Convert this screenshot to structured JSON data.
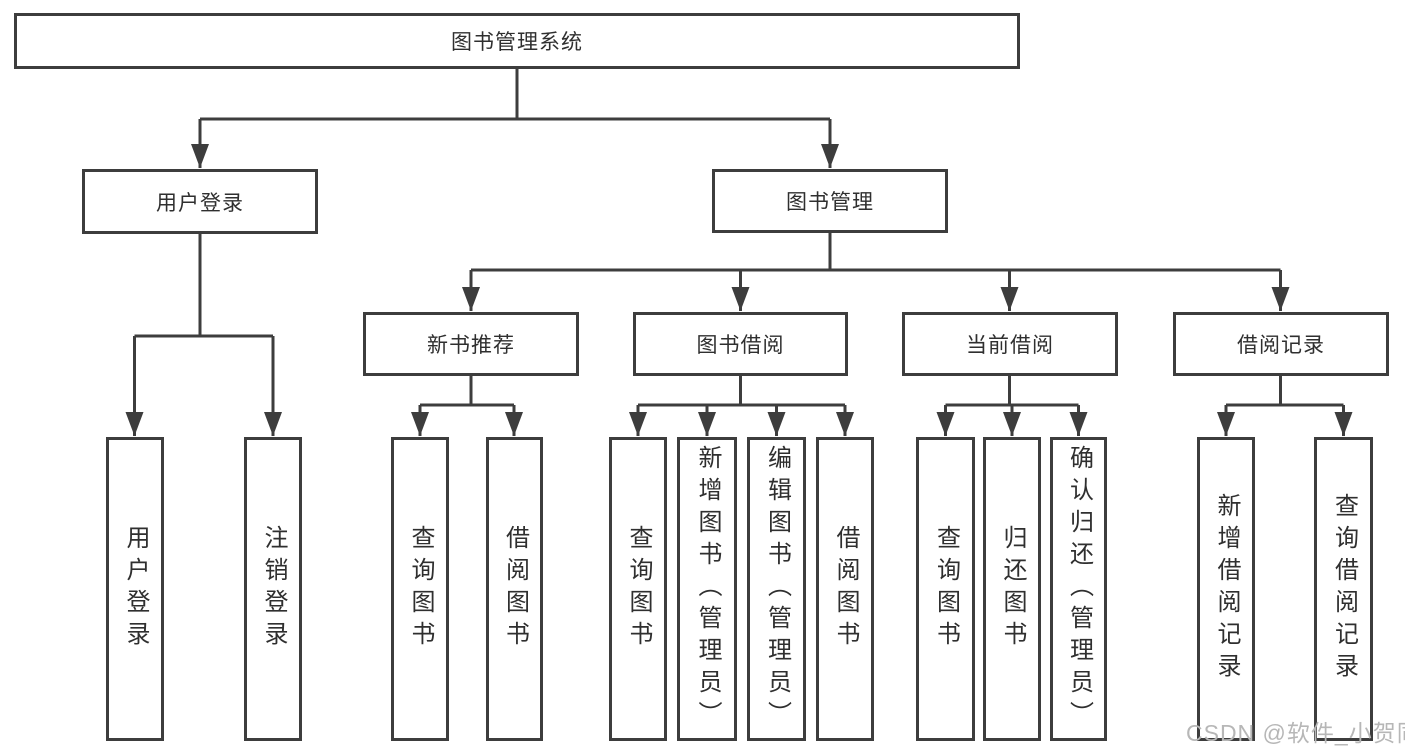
{
  "diagram": {
    "title": "图书管理系统",
    "level2": {
      "user_login": "用户登录",
      "book_mgmt": "图书管理"
    },
    "level3": {
      "new_books": "新书推荐",
      "book_borrow": "图书借阅",
      "current_borrow": "当前借阅",
      "borrow_records": "借阅记录"
    },
    "leaves": {
      "user_login": "用户登录",
      "logout": "注销登录",
      "nb_query": "查询图书",
      "nb_borrow": "借阅图书",
      "bb_query": "查询图书",
      "bb_add": "新增图书（管理员）",
      "bb_edit": "编辑图书（管理员）",
      "bb_borrow": "借阅图书",
      "cb_query": "查询图书",
      "cb_return": "归还图书",
      "cb_confirm": "确认归还（管理员）",
      "br_add": "新增借阅记录",
      "br_query": "查询借阅记录"
    },
    "edges": [
      [
        "图书管理系统",
        "用户登录"
      ],
      [
        "图书管理系统",
        "图书管理"
      ],
      [
        "用户登录",
        "用户登录"
      ],
      [
        "用户登录",
        "注销登录"
      ],
      [
        "图书管理",
        "新书推荐"
      ],
      [
        "图书管理",
        "图书借阅"
      ],
      [
        "图书管理",
        "当前借阅"
      ],
      [
        "图书管理",
        "借阅记录"
      ],
      [
        "新书推荐",
        "查询图书"
      ],
      [
        "新书推荐",
        "借阅图书"
      ],
      [
        "图书借阅",
        "查询图书"
      ],
      [
        "图书借阅",
        "新增图书（管理员）"
      ],
      [
        "图书借阅",
        "编辑图书（管理员）"
      ],
      [
        "图书借阅",
        "借阅图书"
      ],
      [
        "当前借阅",
        "查询图书"
      ],
      [
        "当前借阅",
        "归还图书"
      ],
      [
        "当前借阅",
        "确认归还（管理员）"
      ],
      [
        "借阅记录",
        "新增借阅记录"
      ],
      [
        "借阅记录",
        "查询借阅记录"
      ]
    ],
    "line_color": "#3d3d3d",
    "text_color": "#2f2f2f"
  },
  "watermark": {
    "text": "CSDN @软件_小贺同学",
    "color": "#b7b7b7"
  }
}
